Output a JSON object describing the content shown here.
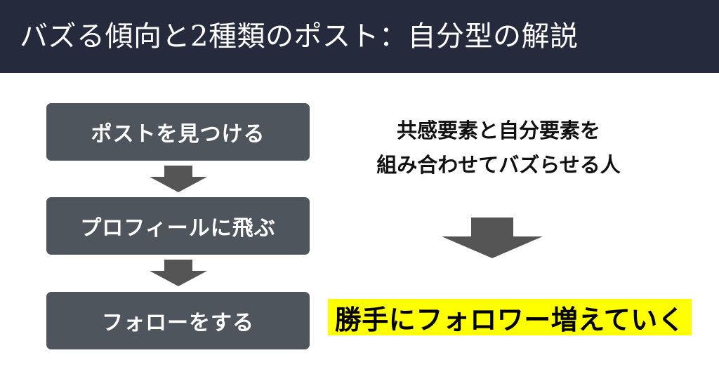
{
  "header": {
    "title": "バズる傾向と2種類のポスト：自分型の解説"
  },
  "flow": {
    "steps": [
      {
        "label": "ポストを見つける"
      },
      {
        "label": "プロフィールに飛ぶ"
      },
      {
        "label": "フォローをする"
      }
    ]
  },
  "explanation": {
    "line1": "共感要素と自分要素を",
    "line2": "組み合わせてバズらせる人"
  },
  "result": {
    "text": "勝手にフォロワー増えていく"
  },
  "colors": {
    "header_bg": "#252a3d",
    "step_bg": "#4f555c",
    "arrow": "#555555",
    "highlight": "#ffff00"
  }
}
